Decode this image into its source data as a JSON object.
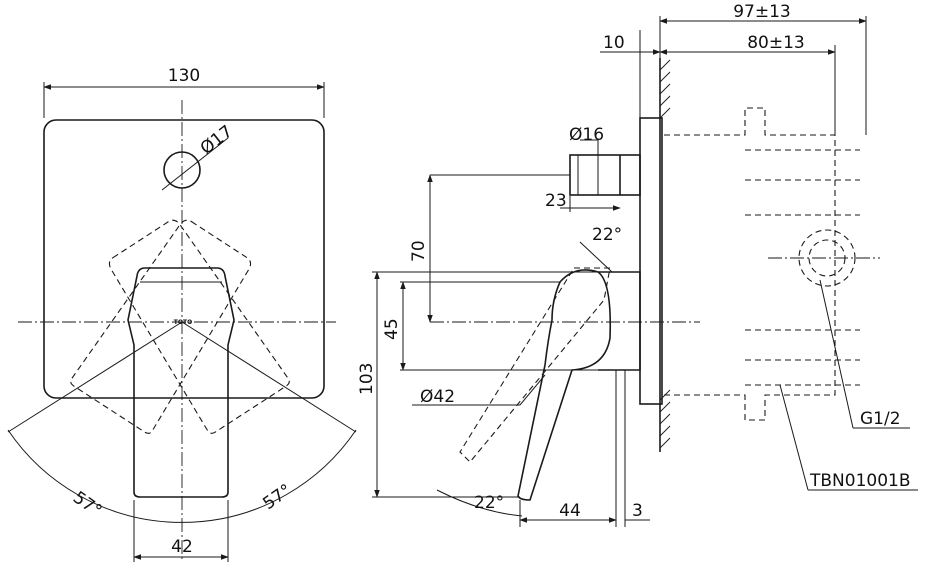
{
  "dimensions": {
    "width_130": "130",
    "diameter_17": "Ø17",
    "width_42": "42",
    "angle_57_left": "57°",
    "angle_57_right": "57°",
    "height_70": "70",
    "height_45": "45",
    "height_103": "103",
    "diameter_42": "Ø42",
    "diameter_16": "Ø16",
    "length_23": "23",
    "angle_22_top": "22°",
    "angle_22_bottom": "22°",
    "length_44": "44",
    "length_3": "3",
    "length_10": "10",
    "depth_97": "97±13",
    "depth_80": "80±13"
  },
  "callouts": {
    "thread": "G1/2",
    "part_number": "TBN01001B"
  },
  "logo_text": "TOTO"
}
